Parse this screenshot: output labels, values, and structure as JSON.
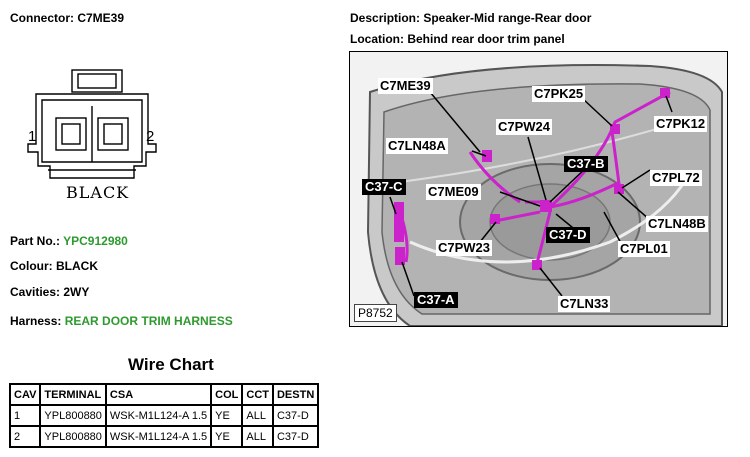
{
  "connector": {
    "label": "Connector: C7ME39",
    "pin_left": "1",
    "pin_right": "2",
    "color_label": "BLACK"
  },
  "details": {
    "part_no_label": "Part No.: ",
    "part_no_value": "YPC912980",
    "colour": "Colour: BLACK",
    "cavities": "Cavities: 2WY",
    "harness_label": "Harness: ",
    "harness_value": "REAR DOOR TRIM HARNESS"
  },
  "description": "Description: Speaker-Mid range-Rear door",
  "location": "Location: Behind rear door trim panel",
  "photo": {
    "reference": "P8752",
    "callouts": [
      {
        "id": "c7me39",
        "text": "C7ME39",
        "style": "plain"
      },
      {
        "id": "c7pk25",
        "text": "C7PK25",
        "style": "plain"
      },
      {
        "id": "c7pk12",
        "text": "C7PK12",
        "style": "plain"
      },
      {
        "id": "c7pw24",
        "text": "C7PW24",
        "style": "plain"
      },
      {
        "id": "c7ln48a",
        "text": "C7LN48A",
        "style": "plain"
      },
      {
        "id": "c37b",
        "text": "C37-B",
        "style": "inv"
      },
      {
        "id": "c7pl72",
        "text": "C7PL72",
        "style": "plain"
      },
      {
        "id": "c37c",
        "text": "C37-C",
        "style": "inv"
      },
      {
        "id": "c7me09",
        "text": "C7ME09",
        "style": "plain"
      },
      {
        "id": "c7ln48b",
        "text": "C7LN48B",
        "style": "plain"
      },
      {
        "id": "c37d",
        "text": "C37-D",
        "style": "inv"
      },
      {
        "id": "c7pw23",
        "text": "C7PW23",
        "style": "plain"
      },
      {
        "id": "c7pl01",
        "text": "C7PL01",
        "style": "plain"
      },
      {
        "id": "c37a",
        "text": "C37-A",
        "style": "inv"
      },
      {
        "id": "c7ln33",
        "text": "C7LN33",
        "style": "plain"
      }
    ]
  },
  "wire_chart": {
    "title": "Wire Chart",
    "headers": [
      "CAV",
      "TERMINAL",
      "CSA",
      "COL",
      "CCT",
      "DESTN"
    ],
    "rows": [
      [
        "1",
        "YPL800880",
        "WSK-M1L124-A 1.5",
        "YE",
        "ALL",
        "C37-D"
      ],
      [
        "2",
        "YPL800880",
        "WSK-M1L124-A 1.5",
        "YE",
        "ALL",
        "C37-D"
      ]
    ]
  },
  "colors": {
    "harness_magenta": "#cc22cc",
    "label_green": "#2e9a2e"
  }
}
